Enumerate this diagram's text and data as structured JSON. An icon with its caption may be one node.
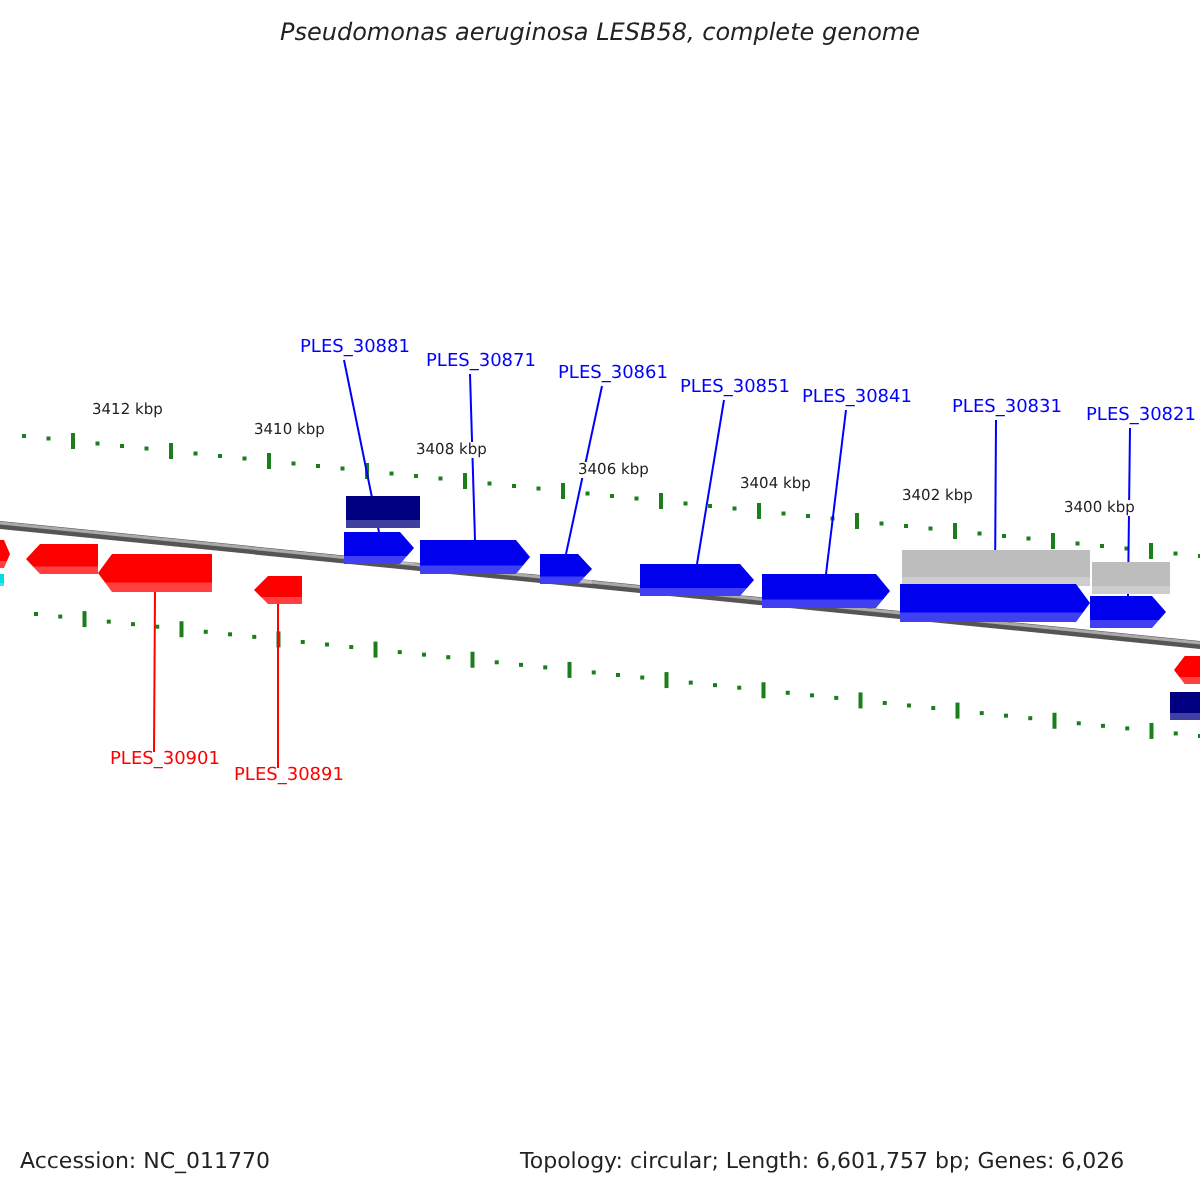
{
  "diagram": {
    "title": "Pseudomonas aeruginosa LESB58, complete genome",
    "nodes": [
      {
        "text": [
          "PLES_30881"
        ]
      },
      {
        "text": [
          "PLES_30871"
        ]
      },
      {
        "text": [
          "PLES_30861"
        ]
      },
      {
        "text": [
          "PLES_30851"
        ]
      },
      {
        "text": [
          "PLES_30841"
        ]
      },
      {
        "text": [
          "PLES_30831"
        ]
      },
      {
        "text": [
          "PLES_30821"
        ]
      },
      {
        "text": [
          "PLES_30901"
        ]
      },
      {
        "text": [
          "PLES_30891"
        ]
      },
      {
        "text": [],
        "shape": "arrow"
      },
      {
        "text": [],
        "shape": "bar"
      },
      {
        "text": [],
        "shape": "arrow"
      },
      {
        "text": [],
        "shape": "arrow"
      },
      {
        "text": [],
        "shape": "arrow"
      },
      {
        "text": [],
        "shape": "bar"
      },
      {
        "text": [],
        "shape": "arrow"
      },
      {
        "text": [],
        "shape": "arrow"
      },
      {
        "text": [],
        "shape": "arrow"
      },
      {
        "text": [],
        "shape": "arrow"
      },
      {
        "text": [],
        "shape": "arrow"
      },
      {
        "text": [],
        "shape": "bar"
      },
      {
        "text": [],
        "shape": "bar"
      },
      {
        "text": [],
        "shape": "arrow"
      },
      {
        "text": [],
        "shape": "arrow"
      },
      {
        "text": [],
        "shape": "arrow"
      },
      {
        "text": [],
        "shape": "bar"
      }
    ],
    "edges": [
      {
        "from": 0,
        "to": 15,
        "arrow": "none"
      },
      {
        "from": 1,
        "to": 16,
        "arrow": "none"
      },
      {
        "from": 2,
        "to": 17,
        "arrow": "none"
      },
      {
        "from": 3,
        "to": 18,
        "arrow": "none"
      },
      {
        "from": 4,
        "to": 19,
        "arrow": "none"
      },
      {
        "from": 5,
        "to": 22,
        "arrow": "none"
      },
      {
        "from": 6,
        "to": 23,
        "arrow": "none"
      },
      {
        "from": 7,
        "to": 12,
        "arrow": "none",
        "color": "#ff0000"
      },
      {
        "from": 8,
        "to": 13,
        "arrow": "none",
        "color": "#ff0000"
      }
    ],
    "labels": [
      "3412 kbp",
      "3410 kbp",
      "3408 kbp",
      "3406 kbp",
      "3404 kbp",
      "3402 kbp",
      "3400 kbp",
      "Accession: NC_011770",
      "Topology: circular; Length: 6,601,757 bp; Genes: 6,026"
    ]
  }
}
